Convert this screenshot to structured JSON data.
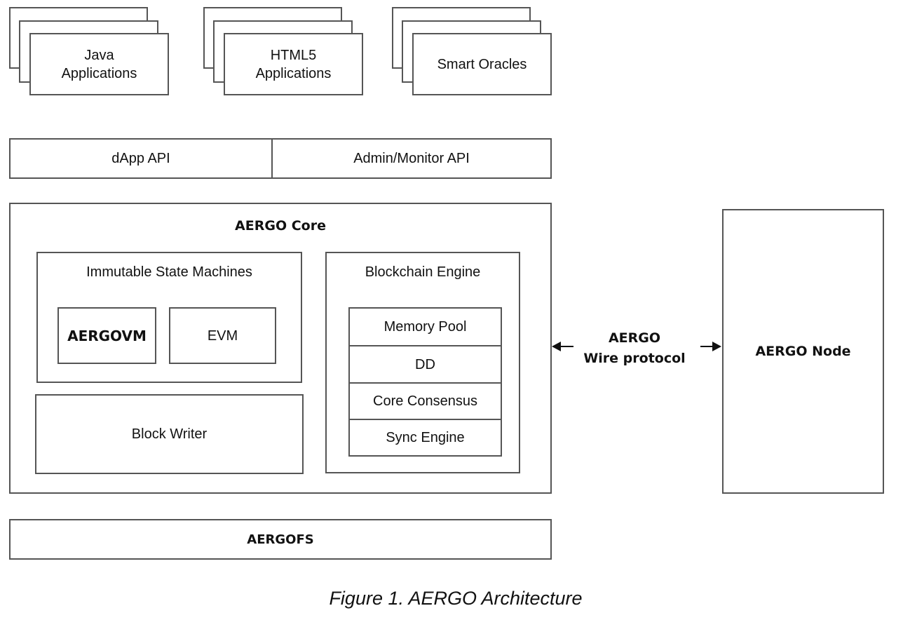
{
  "applications": [
    {
      "label_lines": [
        "Java",
        "Applications"
      ]
    },
    {
      "label_lines": [
        "HTML5",
        "Applications"
      ]
    },
    {
      "label_lines": [
        "Smart Oracles"
      ]
    }
  ],
  "api_layer": {
    "left": "dApp API",
    "right": "Admin/Monitor API"
  },
  "core": {
    "title": "AERGO Core",
    "state_machines": {
      "title": "Immutable State Machines",
      "vms": [
        "AERGOVM",
        "EVM"
      ]
    },
    "block_writer": "Block Writer",
    "blockchain_engine": {
      "title": "Blockchain Engine",
      "components": [
        "Memory Pool",
        "DD",
        "Core Consensus",
        "Sync Engine"
      ]
    }
  },
  "protocol": {
    "line1": "AERGO",
    "line2": "Wire protocol",
    "left_arrow_icon": "arrow-left-icon",
    "right_arrow_icon": "arrow-right-icon"
  },
  "node": {
    "label": "AERGO Node"
  },
  "filesystem": {
    "label": "AERGOFS"
  },
  "caption": "Figure 1. AERGO Architecture"
}
